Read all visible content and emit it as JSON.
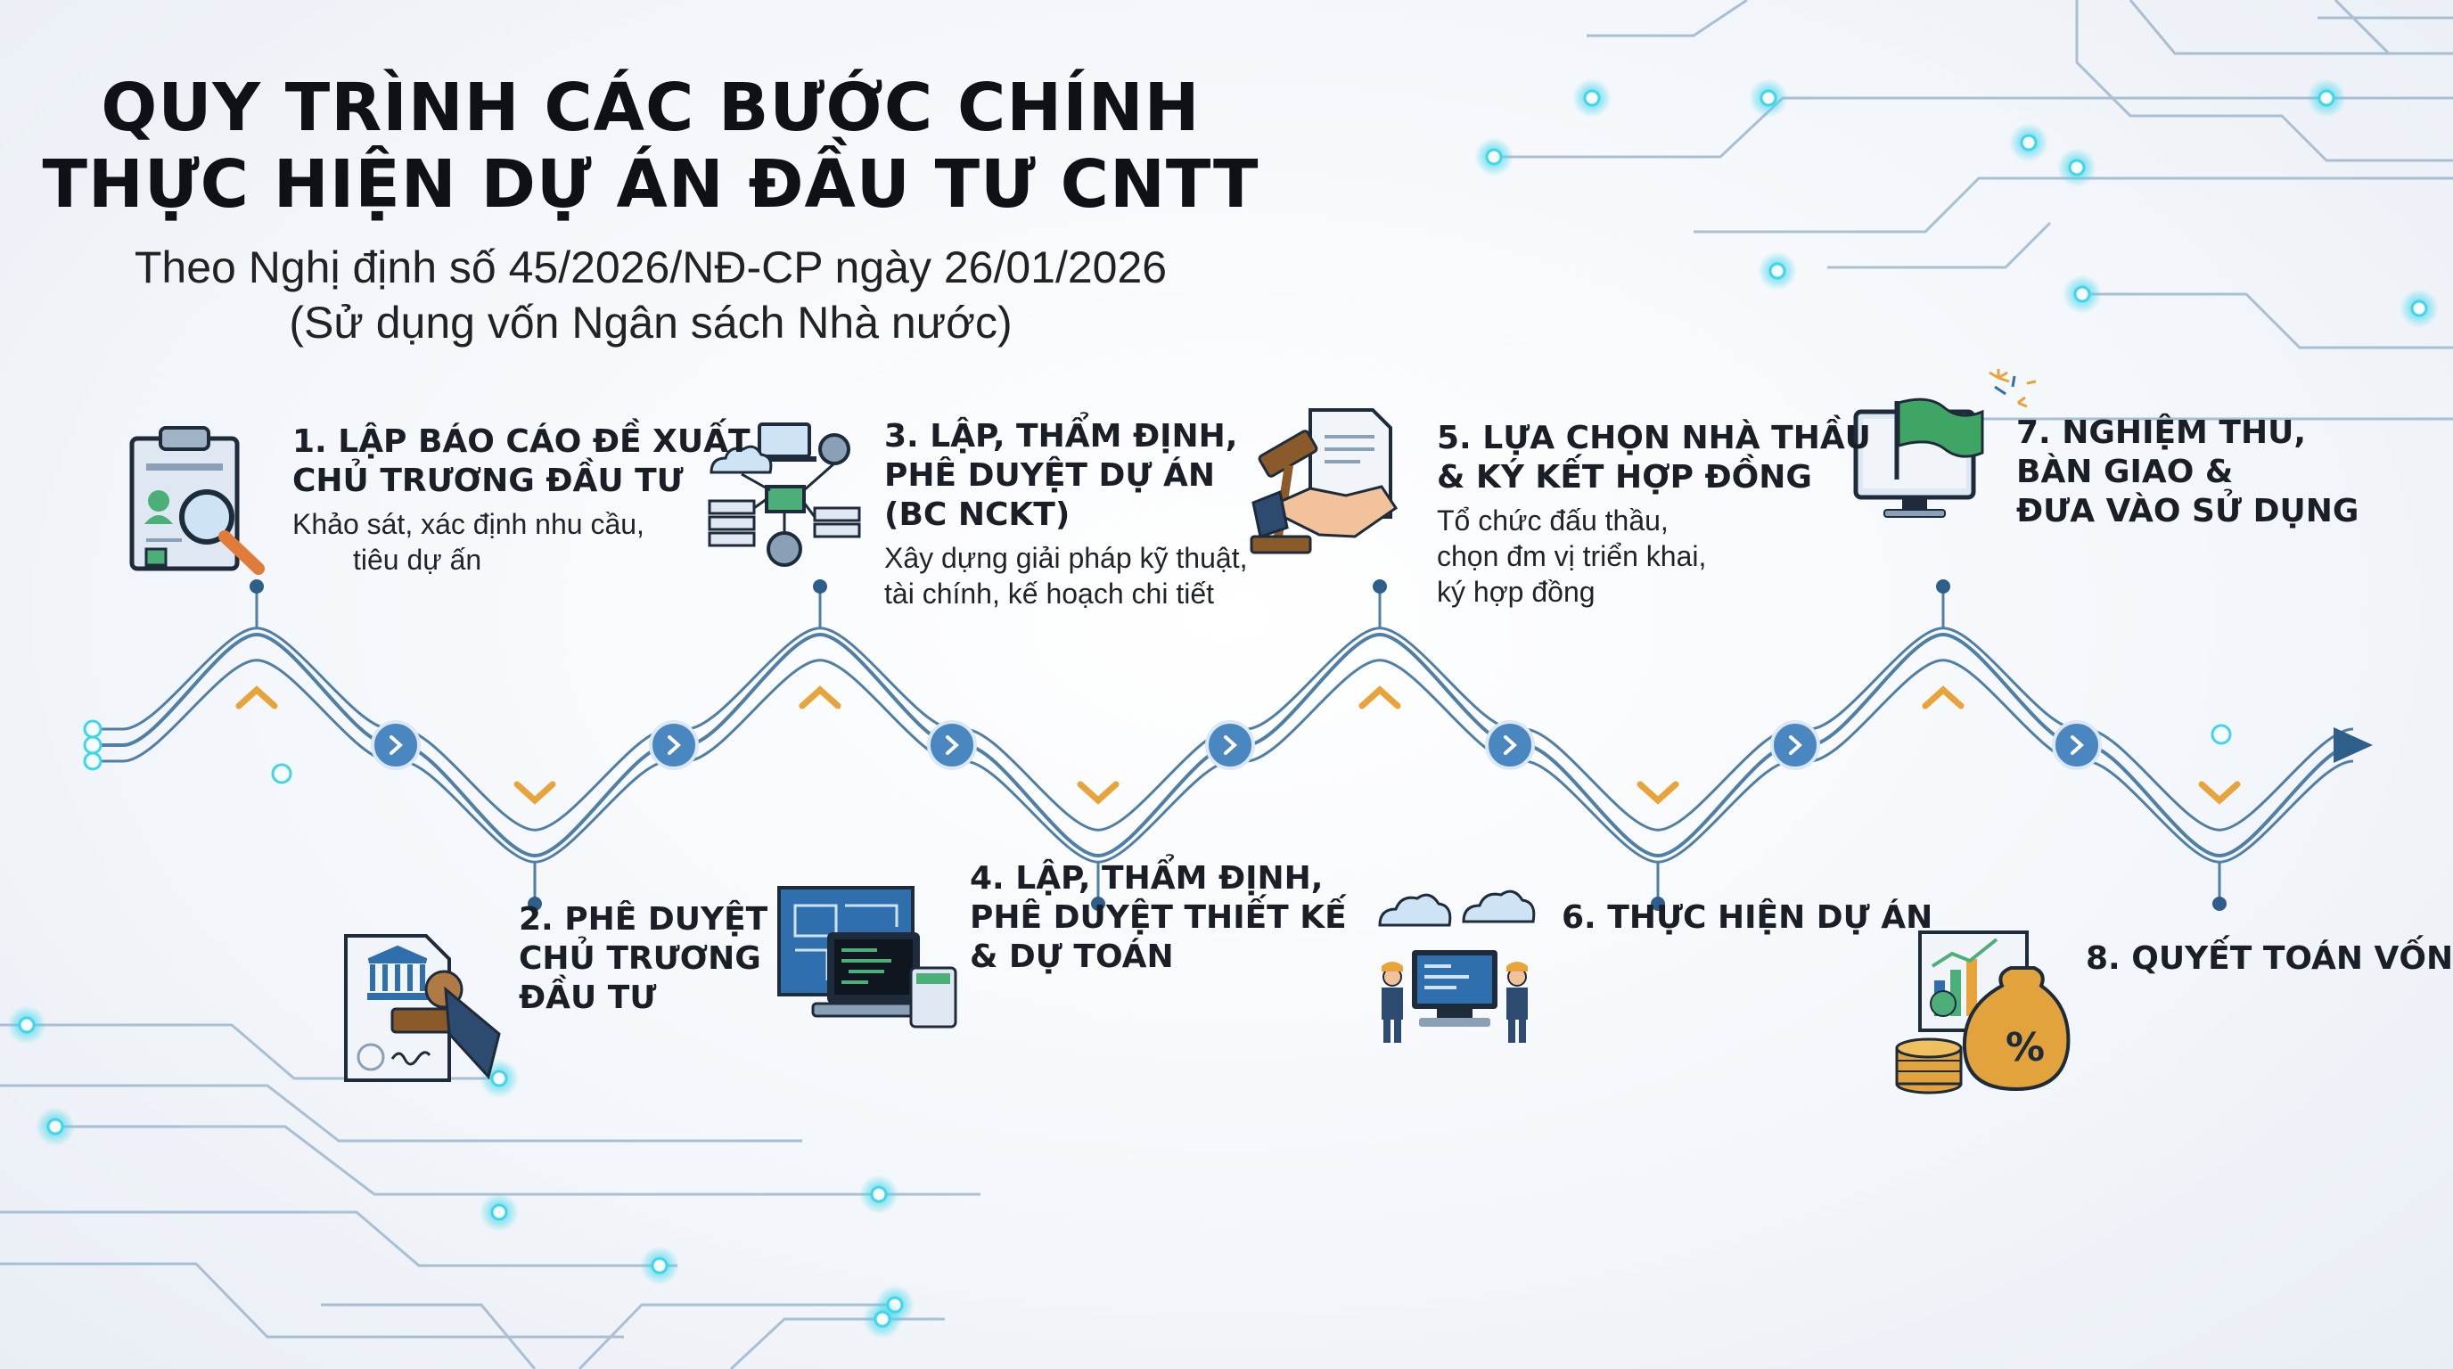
{
  "header": {
    "title_line1": "QUY TRÌNH CÁC BƯỚC CHÍNH",
    "title_line2": "THỰC HIỆN DỰ ÁN ĐẦU TƯ CNTT",
    "subtitle_line1": "Theo Nghị định số 45/2026/NĐ-CP ngày 26/01/2026",
    "subtitle_line2": "(Sử dụng vốn Ngân sách Nhà nước)"
  },
  "steps": [
    {
      "title": [
        "1. LẬP BÁO CÁO ĐỀ XUẤT",
        "CHỦ TRƯƠNG ĐẦU TƯ"
      ],
      "desc": [
        "Khảo sát, xác định nhu cầu,",
        "tiêu dự ấn"
      ],
      "icon": "clipboard-magnifier-icon"
    },
    {
      "title": [
        "2. PHÊ DUYỆT",
        "CHỦ TRƯƠNG",
        "ĐẦU TƯ"
      ],
      "desc": [],
      "icon": "document-stamp-icon"
    },
    {
      "title": [
        "3. LẬP, THẨM ĐỊNH,",
        "PHÊ DUYỆT DỰ ÁN",
        "(BC NCKT)"
      ],
      "desc": [
        "Xây dựng giải pháp kỹ thuật,",
        "tài chính, kế hoạch chi tiết"
      ],
      "icon": "network-servers-icon"
    },
    {
      "title": [
        "4. LẬP, THẨM ĐỊNH,",
        "PHÊ DUYỆT THIẾT KẾ",
        "& DỰ TOÁN"
      ],
      "desc": [],
      "icon": "blueprint-laptop-calculator-icon"
    },
    {
      "title": [
        "5. LỰA CHỌN NHÀ THẦU",
        "& KÝ KẾT HỢP ĐỒNG"
      ],
      "desc": [
        "Tổ chức đấu thầu,",
        "chọn đm vị triển khai,",
        "ký hợp đồng"
      ],
      "icon": "gavel-handshake-icon"
    },
    {
      "title": [
        "6. THỰC HIỆN DỰ ÁN"
      ],
      "desc": [],
      "icon": "engineers-computer-cloud-icon"
    },
    {
      "title": [
        "7. NGHIỆM THU,",
        "BÀN GIAO &",
        "ĐƯA VÀO SỬ DỤNG"
      ],
      "desc": [],
      "icon": "monitor-flag-icon"
    },
    {
      "title": [
        "8. QUYẾT TOÁN VỐN"
      ],
      "desc": [],
      "icon": "money-bag-chart-icon"
    }
  ],
  "colors": {
    "line": "#4f7fa6",
    "node": "#4a86bf",
    "chevron": "#e8a33a",
    "circuit": "#9db6cc",
    "glow": "#3fd6ea",
    "arrow": "#2e5f8a"
  }
}
